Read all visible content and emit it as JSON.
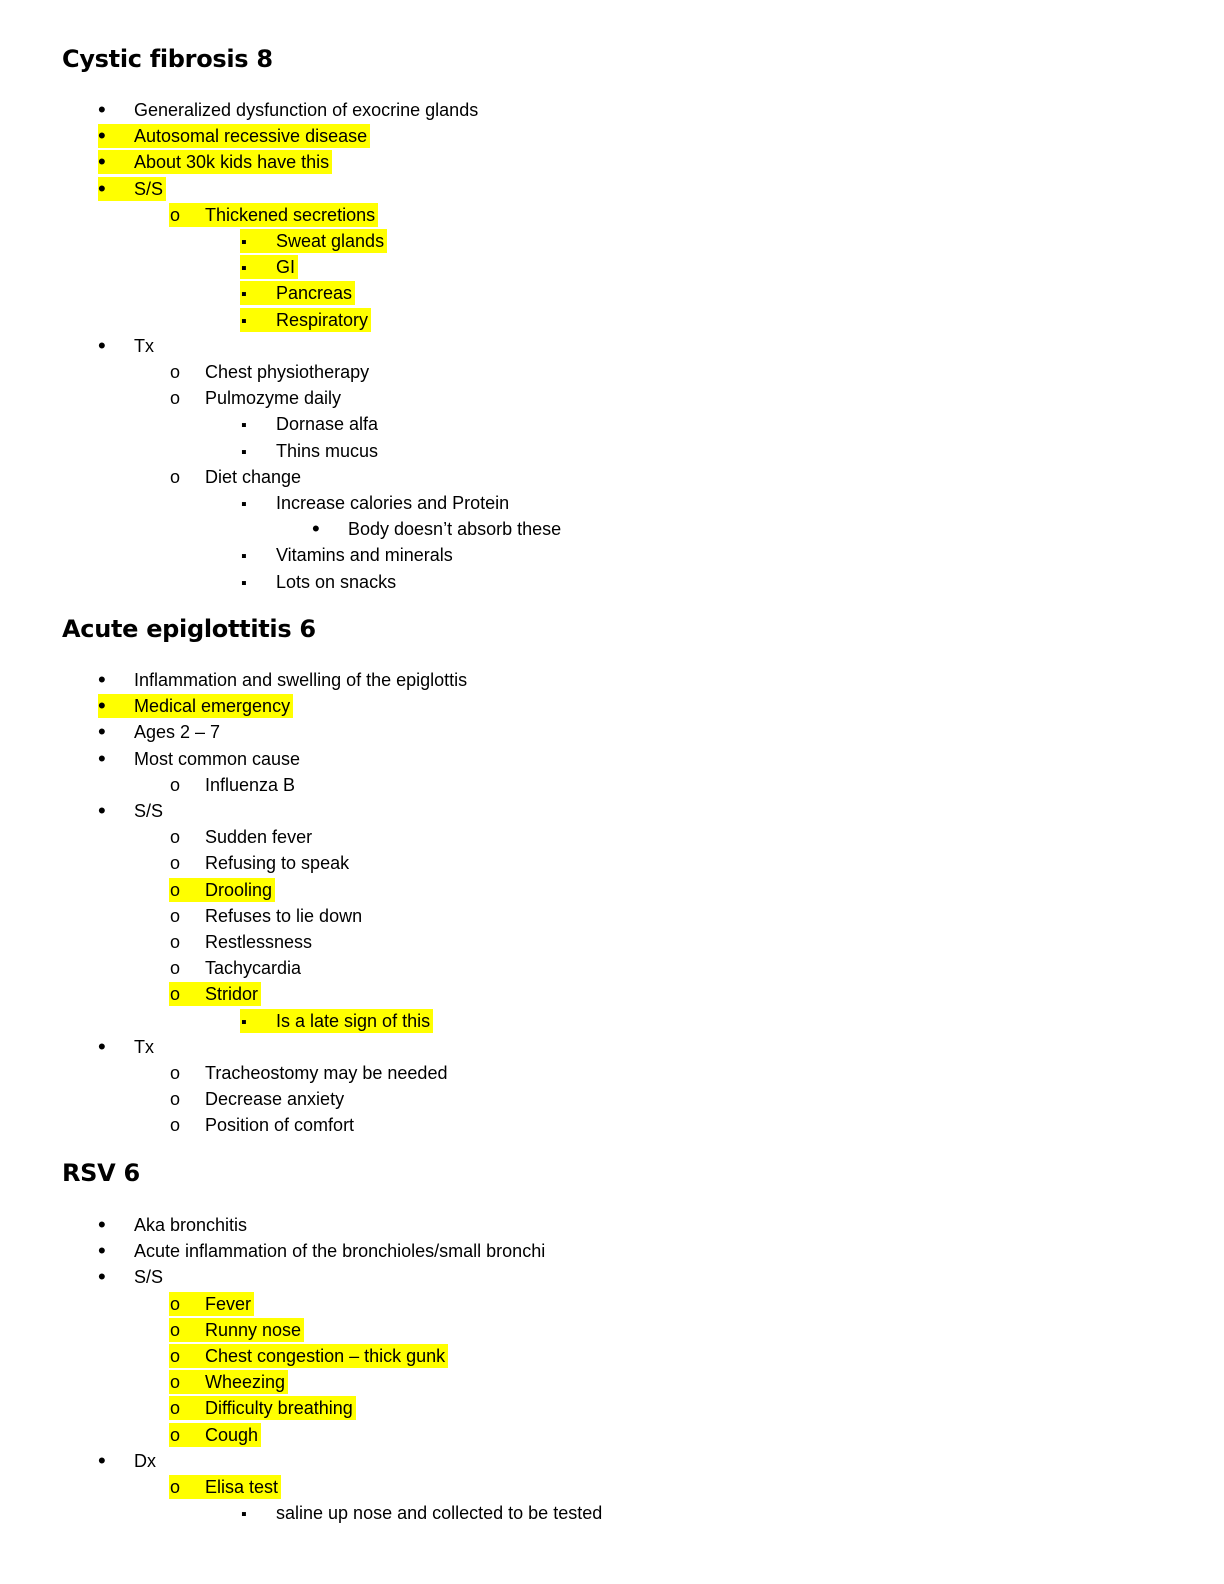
{
  "sections": [
    {
      "title": "Cystic fibrosis 8",
      "items": [
        {
          "level": 1,
          "text": "Generalized dysfunction of exocrine glands",
          "highlight": false
        },
        {
          "level": 1,
          "text": "Autosomal recessive disease",
          "highlight": true
        },
        {
          "level": 1,
          "text": "About 30k kids have this",
          "highlight": true
        },
        {
          "level": 1,
          "text": "S/S",
          "highlight": true
        },
        {
          "level": 2,
          "text": "Thickened secretions",
          "highlight": true
        },
        {
          "level": 3,
          "text": "Sweat glands",
          "highlight": true
        },
        {
          "level": 3,
          "text": "GI",
          "highlight": true
        },
        {
          "level": 3,
          "text": "Pancreas",
          "highlight": true
        },
        {
          "level": 3,
          "text": "Respiratory",
          "highlight": true
        },
        {
          "level": 1,
          "text": "Tx",
          "highlight": false
        },
        {
          "level": 2,
          "text": "Chest physiotherapy",
          "highlight": false
        },
        {
          "level": 2,
          "text": "Pulmozyme daily",
          "highlight": false
        },
        {
          "level": 3,
          "text": "Dornase alfa",
          "highlight": false
        },
        {
          "level": 3,
          "text": "Thins mucus",
          "highlight": false
        },
        {
          "level": 2,
          "text": "Diet change",
          "highlight": false
        },
        {
          "level": 3,
          "text": "Increase calories and Protein",
          "highlight": false
        },
        {
          "level": 4,
          "text": "Body doesn’t absorb these",
          "highlight": false
        },
        {
          "level": 3,
          "text": "Vitamins and minerals",
          "highlight": false
        },
        {
          "level": 3,
          "text": "Lots on snacks",
          "highlight": false
        }
      ]
    },
    {
      "title": "Acute epiglottitis 6",
      "items": [
        {
          "level": 1,
          "text": "Inflammation and swelling of the epiglottis",
          "highlight": false
        },
        {
          "level": 1,
          "text": "Medical emergency",
          "highlight": true
        },
        {
          "level": 1,
          "text": "Ages 2 – 7",
          "highlight": false
        },
        {
          "level": 1,
          "text": "Most common cause",
          "highlight": false
        },
        {
          "level": 2,
          "text": "Influenza B",
          "highlight": false
        },
        {
          "level": 1,
          "text": "S/S",
          "highlight": false
        },
        {
          "level": 2,
          "text": "Sudden fever",
          "highlight": false
        },
        {
          "level": 2,
          "text": "Refusing to speak",
          "highlight": false
        },
        {
          "level": 2,
          "text": "Drooling",
          "highlight": true
        },
        {
          "level": 2,
          "text": "Refuses to lie down",
          "highlight": false
        },
        {
          "level": 2,
          "text": "Restlessness",
          "highlight": false
        },
        {
          "level": 2,
          "text": "Tachycardia",
          "highlight": false
        },
        {
          "level": 2,
          "text": "Stridor",
          "highlight": true
        },
        {
          "level": 3,
          "text": "Is a late sign of this",
          "highlight": true
        },
        {
          "level": 1,
          "text": "Tx",
          "highlight": false
        },
        {
          "level": 2,
          "text": "Tracheostomy may be needed",
          "highlight": false
        },
        {
          "level": 2,
          "text": "Decrease anxiety",
          "highlight": false
        },
        {
          "level": 2,
          "text": "Position of comfort",
          "highlight": false
        }
      ]
    },
    {
      "title": "RSV 6",
      "items": [
        {
          "level": 1,
          "text": "Aka bronchitis",
          "highlight": false
        },
        {
          "level": 1,
          "text": "Acute inflammation of the bronchioles/small bronchi",
          "highlight": false
        },
        {
          "level": 1,
          "text": "S/S",
          "highlight": false
        },
        {
          "level": 2,
          "text": "Fever",
          "highlight": true
        },
        {
          "level": 2,
          "text": "Runny nose",
          "highlight": true
        },
        {
          "level": 2,
          "text": "Chest congestion – thick gunk",
          "highlight": true
        },
        {
          "level": 2,
          "text": "Wheezing",
          "highlight": true
        },
        {
          "level": 2,
          "text": "Difficulty breathing",
          "highlight": true
        },
        {
          "level": 2,
          "text": "Cough",
          "highlight": true
        },
        {
          "level": 1,
          "text": "Dx",
          "highlight": false
        },
        {
          "level": 2,
          "text": "Elisa test",
          "highlight": true
        },
        {
          "level": 3,
          "text": "saline up nose and collected to be tested",
          "highlight": false
        }
      ]
    }
  ],
  "colors": {
    "highlight": "#ffff00",
    "text": "#000000",
    "page_background": "#ffffff"
  }
}
